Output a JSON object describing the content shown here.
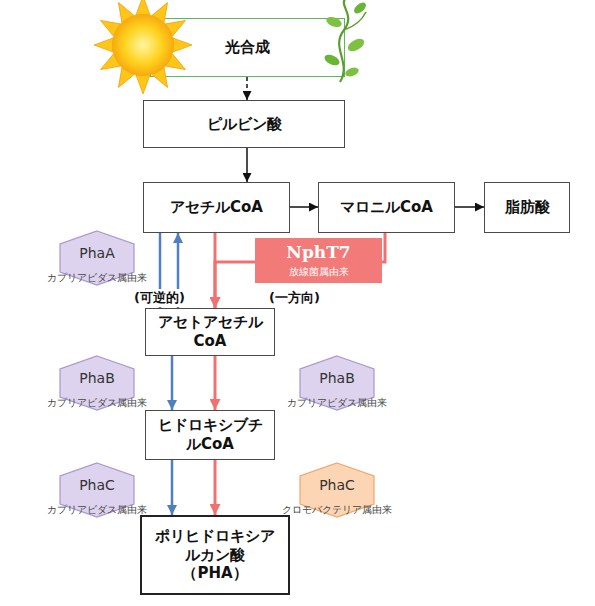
{
  "diagram": {
    "nodes": [
      {
        "text": [
          "光合成"
        ]
      },
      {
        "text": [
          "ピルビン酸"
        ]
      },
      {
        "text": [
          "アセチルCoA"
        ]
      },
      {
        "text": [
          "マロニルCoA"
        ]
      },
      {
        "text": [
          "脂肪酸"
        ]
      },
      {
        "text": [
          "PhaA",
          "カプリアビダス属由来"
        ]
      },
      {
        "text": [
          "NphT7",
          "放線菌属由来"
        ]
      },
      {
        "text": [
          "アセトアセチルCoA"
        ]
      },
      {
        "text": [
          "PhaB",
          "カプリアビダス属由来"
        ]
      },
      {
        "text": [
          "PhaB",
          "カプリアビダス属由来"
        ]
      },
      {
        "text": [
          "ヒドロキシブチルCoA"
        ]
      },
      {
        "text": [
          "PhaC",
          "カプリアビダス属由来"
        ]
      },
      {
        "text": [
          "PhaC",
          "クロモバクテリア属由来"
        ]
      },
      {
        "text": [
          "ポリヒドロキシアルカン酸",
          "（PHA）"
        ]
      }
    ],
    "edges": [
      {
        "from": 0,
        "to": 1,
        "arrow": "to"
      },
      {
        "from": 1,
        "to": 2,
        "arrow": "to"
      },
      {
        "from": 2,
        "to": 3,
        "arrow": "to"
      },
      {
        "from": 3,
        "to": 4,
        "arrow": "to"
      },
      {
        "from": 2,
        "to": 7,
        "arrow": "to"
      },
      {
        "from": 7,
        "to": 2,
        "arrow": "to"
      },
      {
        "from": 2,
        "to": 7,
        "arrow": "to"
      },
      {
        "from": 3,
        "to": 7,
        "arrow": "to"
      },
      {
        "from": 7,
        "to": 10,
        "arrow": "to"
      },
      {
        "from": 7,
        "to": 10,
        "arrow": "to"
      },
      {
        "from": 10,
        "to": 13,
        "arrow": "to"
      },
      {
        "from": 10,
        "to": 13,
        "arrow": "to"
      }
    ],
    "labels": [
      "(可逆的)",
      "(一方向)"
    ]
  }
}
